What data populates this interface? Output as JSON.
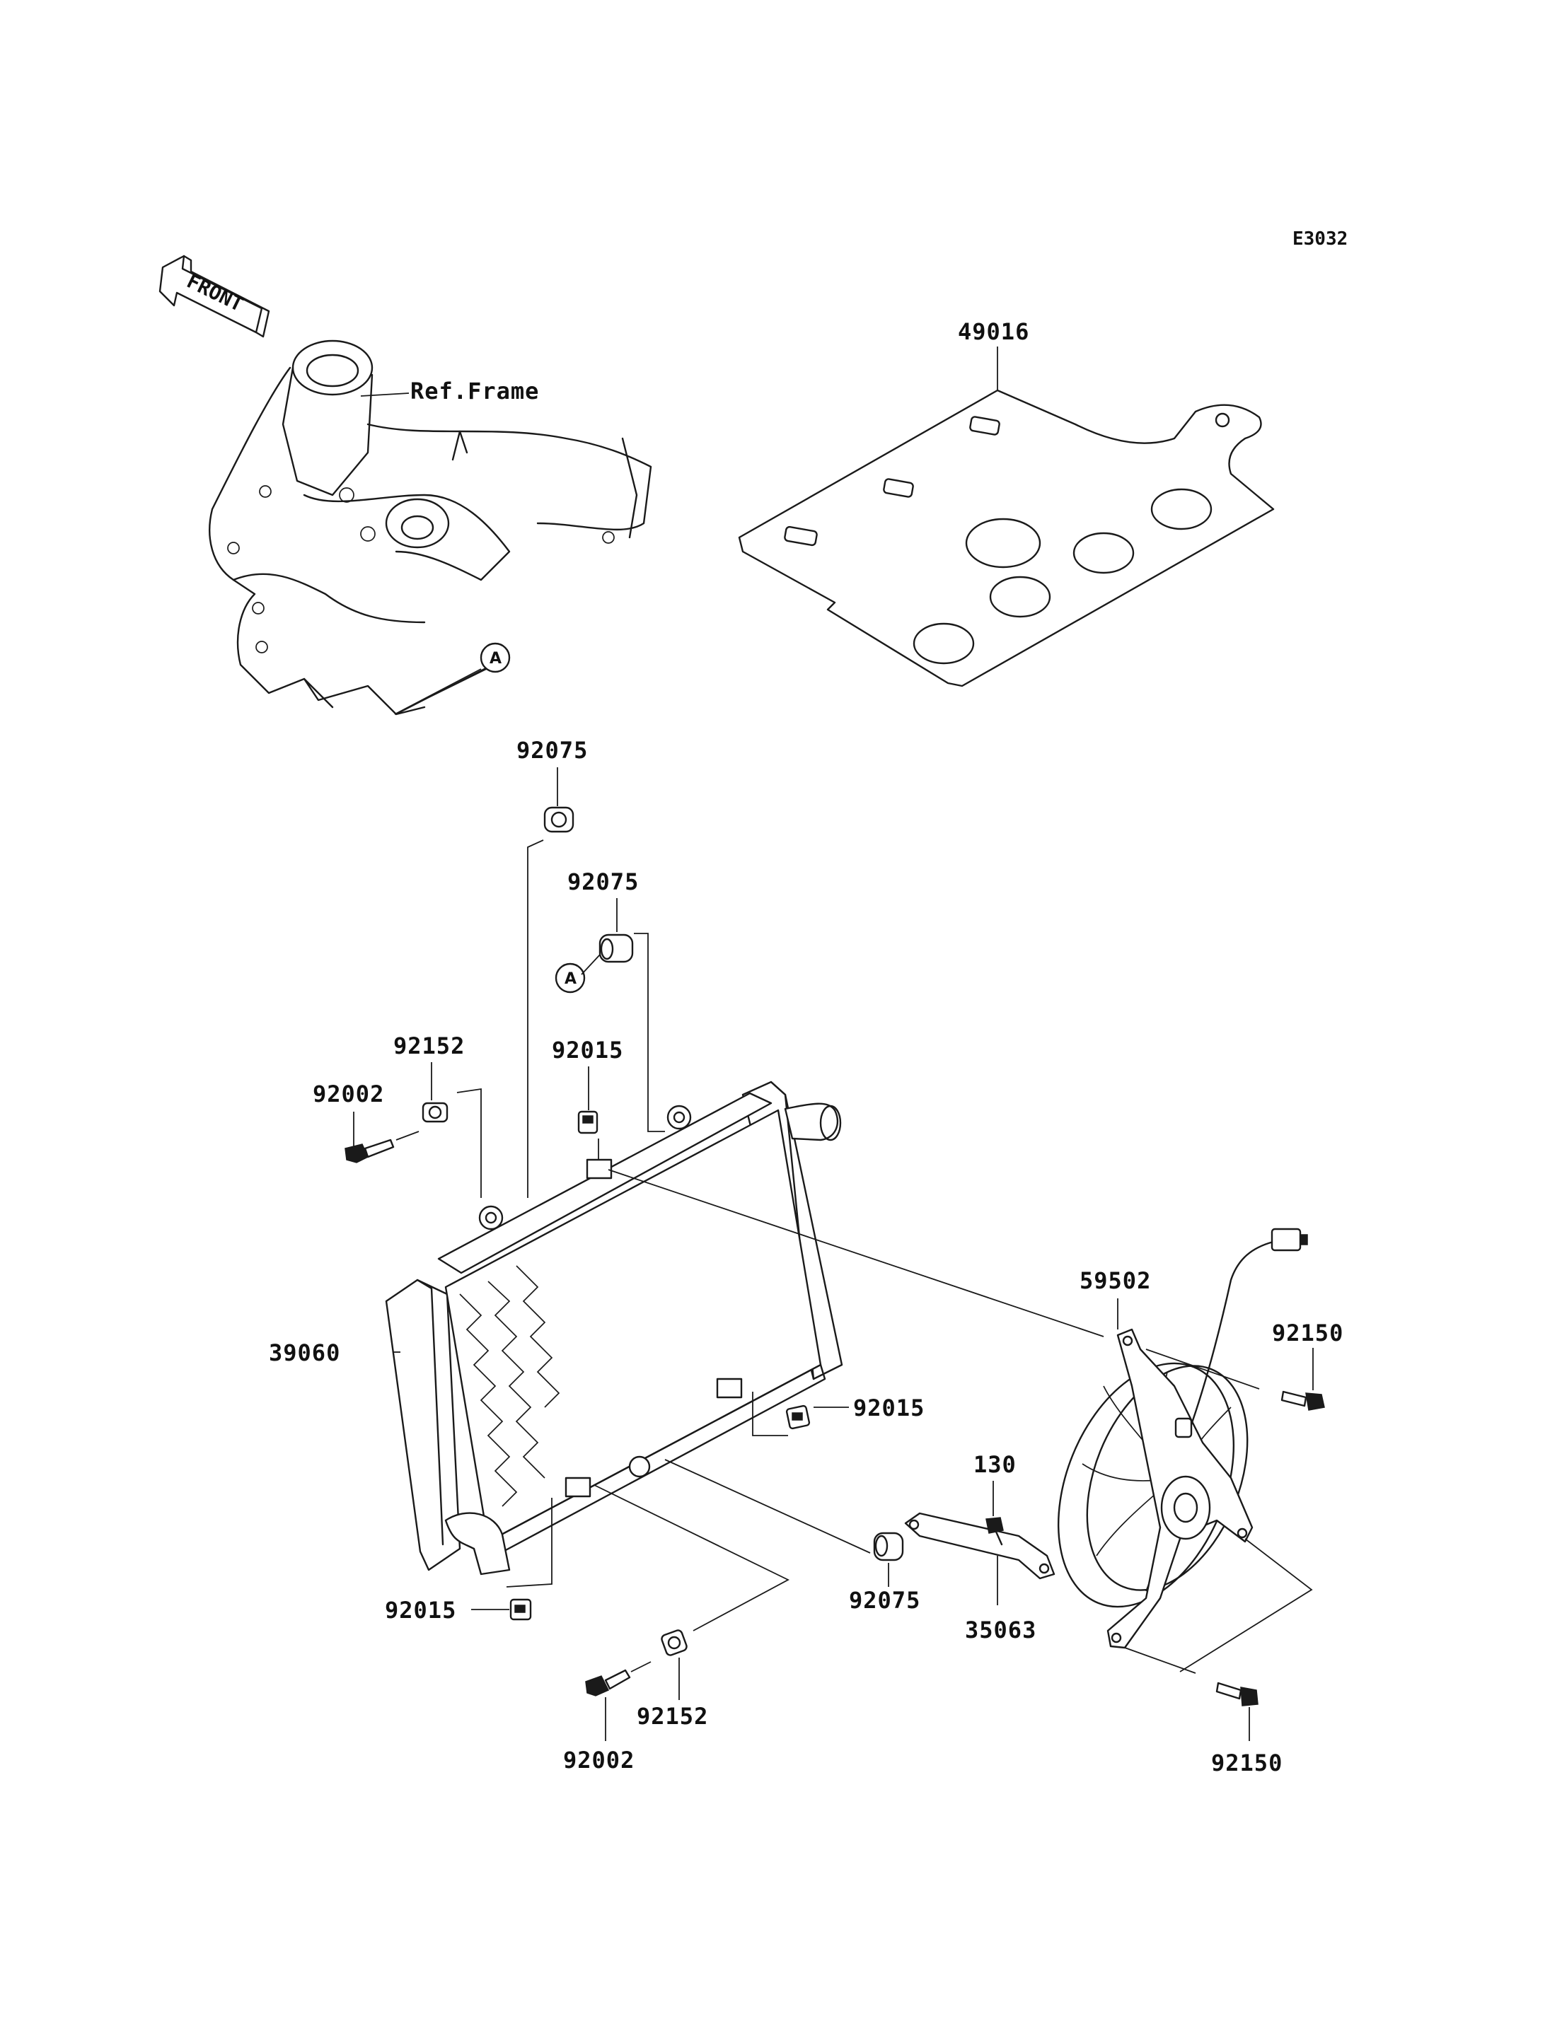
{
  "diagram_code": "E3032",
  "front_label": "FRONT",
  "ref_label": "Ref.Frame",
  "circle_marker": "A",
  "parts": {
    "guard": "49016",
    "grommet_top": "92075",
    "grommet_mid": "92075",
    "grommet_low": "92075",
    "collar_left": "92152",
    "collar_bottom": "92152",
    "bolt_left": "92002",
    "bolt_bottom": "92002",
    "clip_top": "92015",
    "clip_right": "92015",
    "clip_bottom": "92015",
    "radiator": "39060",
    "fan": "59502",
    "bolt_fan_top": "92150",
    "bolt_fan_bottom": "92150",
    "bolt_small": "130",
    "bracket": "35063"
  }
}
